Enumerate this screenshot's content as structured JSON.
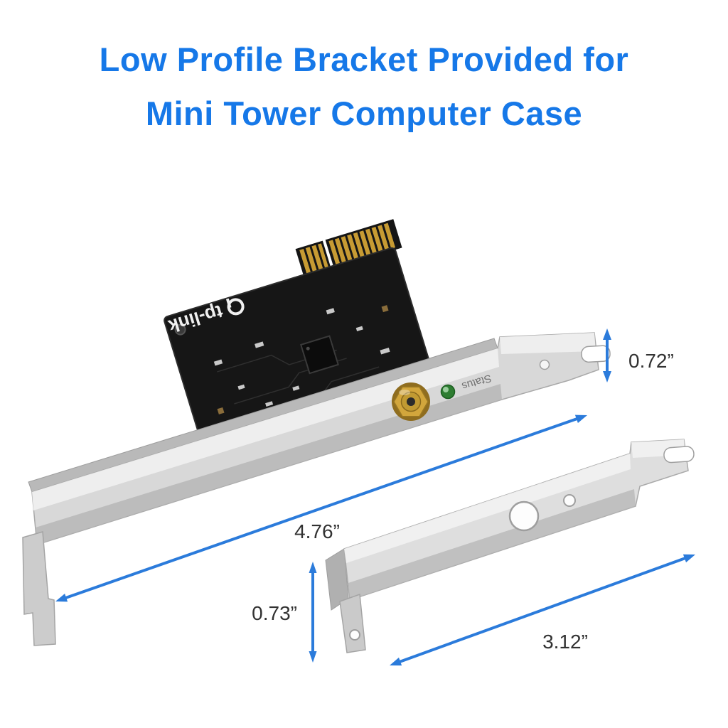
{
  "title": {
    "line1": "Low Profile Bracket Provided for",
    "line2": "Mini Tower Computer Case"
  },
  "card": {
    "brand": "tp-link",
    "status_label": "Status"
  },
  "annotations": {
    "full_bracket_ear_height": "0.72”",
    "full_bracket_length": "4.76”",
    "low_profile_height": "0.73”",
    "low_profile_length": "3.12”"
  },
  "colors": {
    "title_blue": "#1678E8",
    "dimension_blue": "#2B7BDB",
    "label_gray": "#323232",
    "pcb_black": "#161616",
    "connector_gold": "#C79B33",
    "bracket_silver": "#D8D8D8",
    "led_green": "#2E7D32"
  }
}
